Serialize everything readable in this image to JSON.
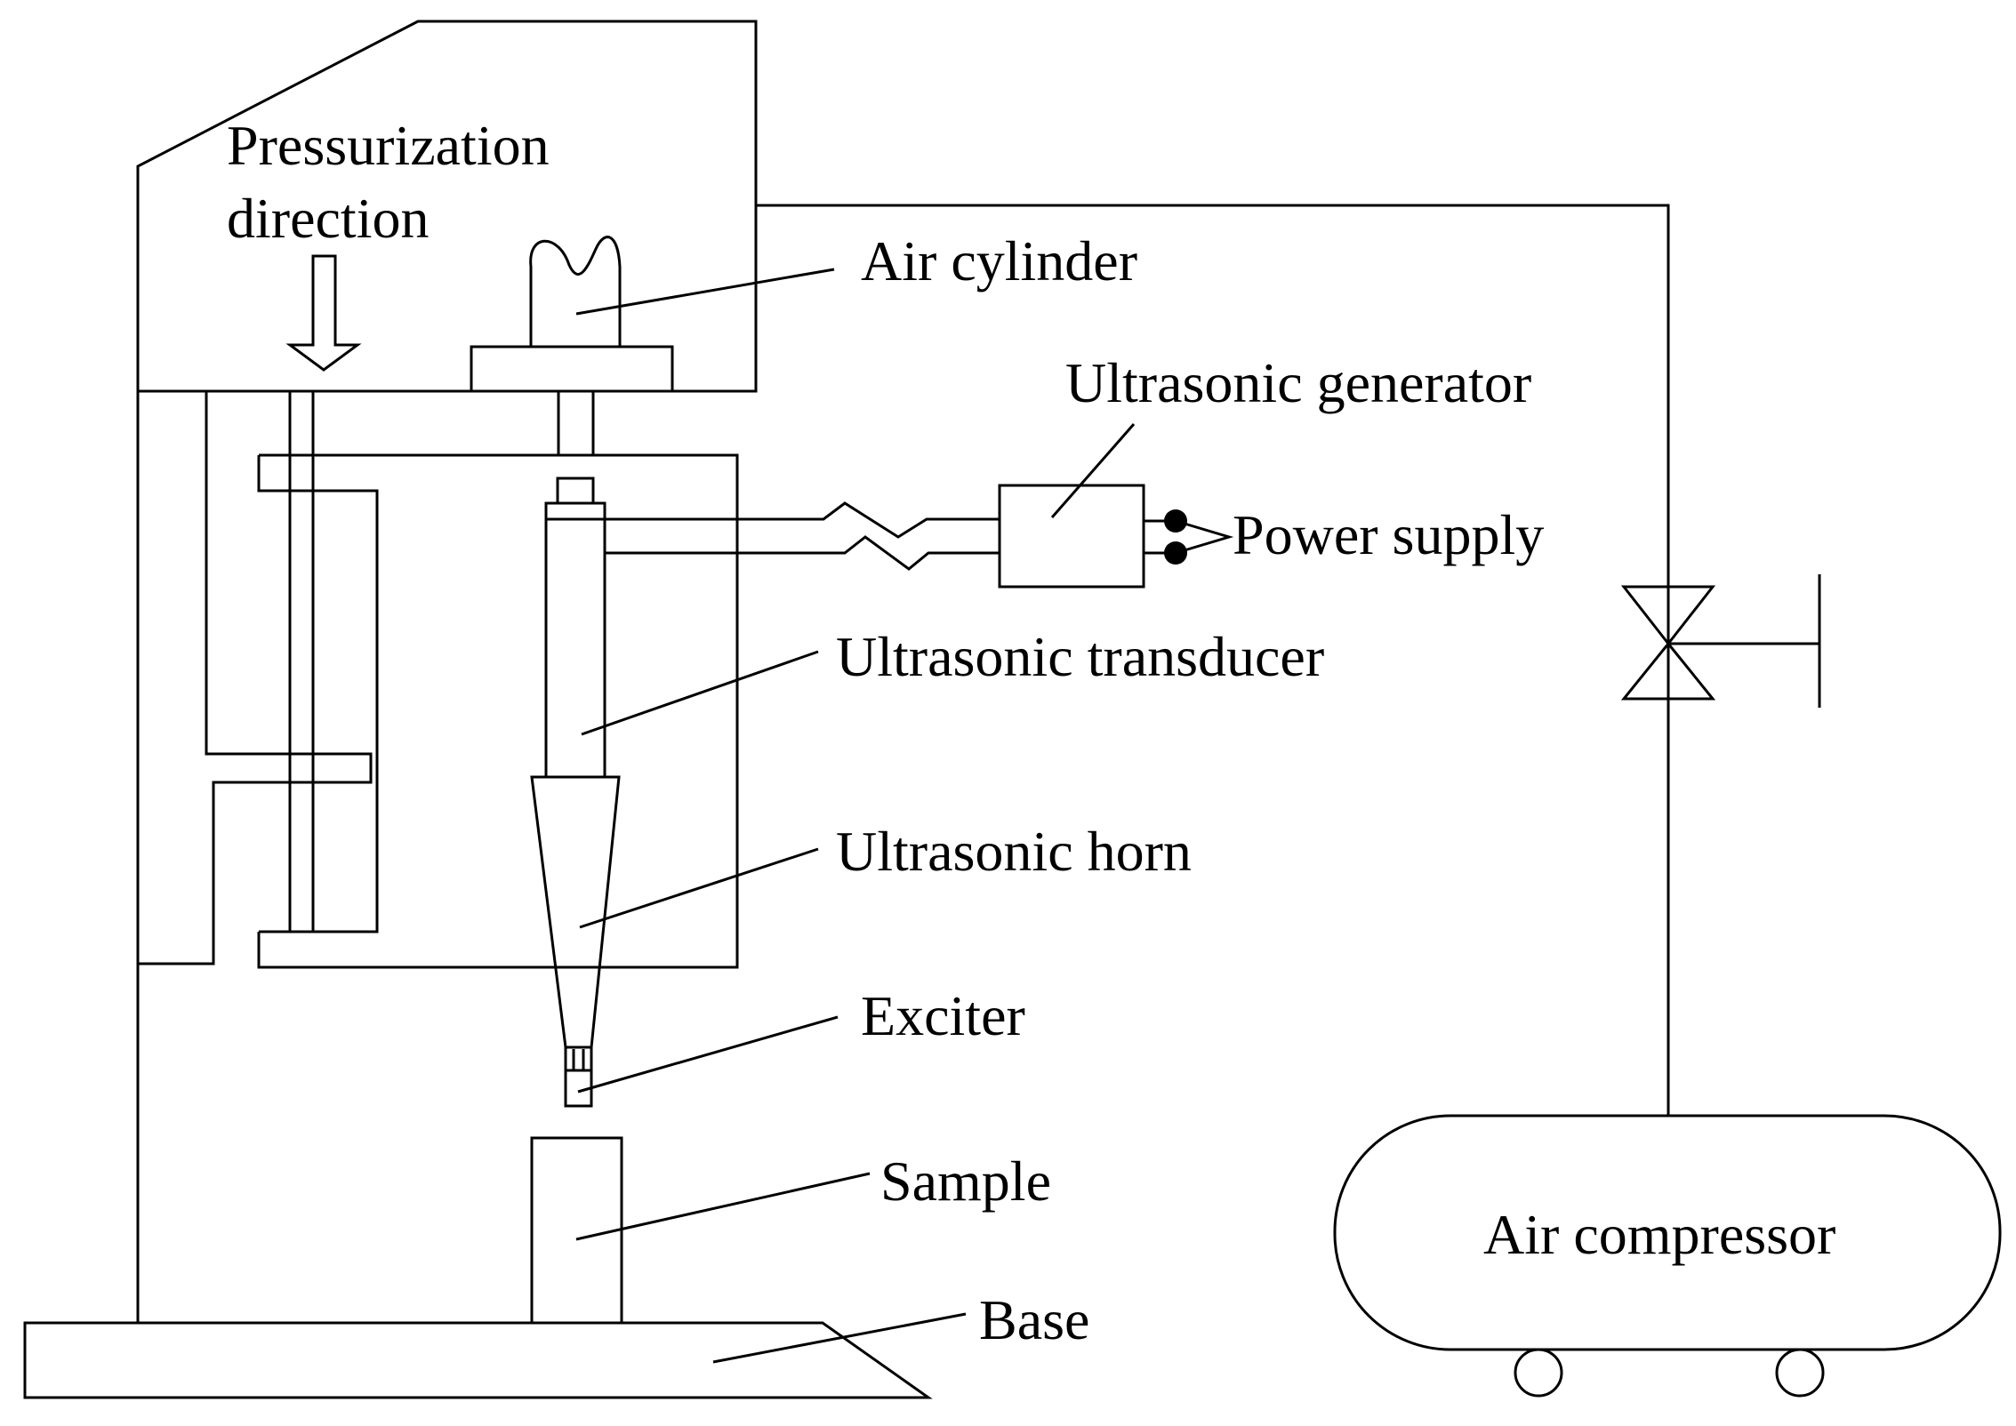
{
  "labels": {
    "pressurization_line1": "Pressurization",
    "pressurization_line2": "direction",
    "air_cylinder": "Air cylinder",
    "ultrasonic_generator": "Ultrasonic generator",
    "power_supply": "Power supply",
    "ultrasonic_transducer": "Ultrasonic transducer",
    "ultrasonic_horn": "Ultrasonic horn",
    "exciter": "Exciter",
    "sample": "Sample",
    "base": "Base",
    "air_compressor": "Air compressor"
  },
  "colors": {
    "line": "#000000",
    "background": "#ffffff"
  }
}
